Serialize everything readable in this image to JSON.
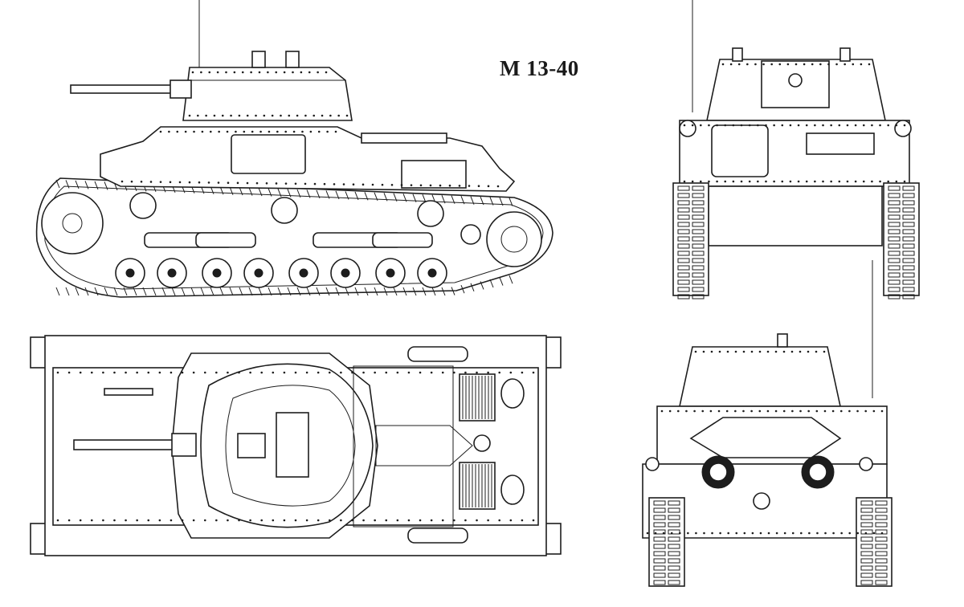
{
  "drawing": {
    "title": "M 13-40",
    "views": [
      {
        "name": "side-view"
      },
      {
        "name": "top-view"
      },
      {
        "name": "front-view"
      },
      {
        "name": "rear-view"
      }
    ]
  },
  "colors": {
    "ink": "#1d1d1d",
    "paper": "#ffffff"
  }
}
